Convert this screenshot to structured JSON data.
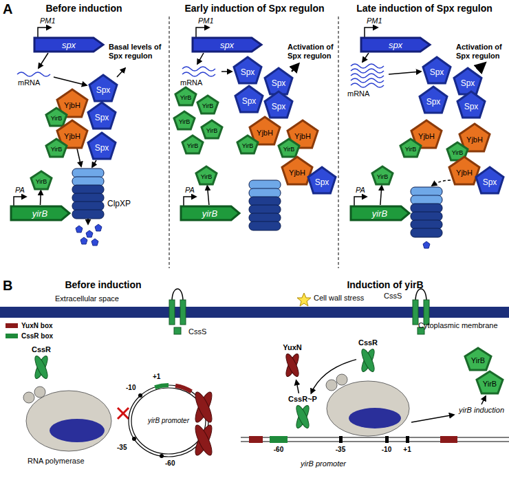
{
  "diagram": {
    "nodes": [
      {
        "text": [
          "spx"
        ]
      },
      {
        "text": [
          "Spx"
        ]
      },
      {
        "text": [
          "YjbH"
        ]
      },
      {
        "text": [
          "Spx"
        ]
      },
      {
        "text": [
          "YirB"
        ]
      },
      {
        "text": [
          "YjbH"
        ]
      },
      {
        "text": [
          "Spx"
        ]
      },
      {
        "text": [
          "YirB"
        ]
      },
      {
        "text": [
          "YirB"
        ]
      },
      {
        "text": [
          "yirB"
        ]
      },
      {
        "text": [
          "spx"
        ]
      },
      {
        "text": [
          "Spx"
        ]
      },
      {
        "text": [
          "Spx"
        ]
      },
      {
        "text": [
          "Spx"
        ]
      },
      {
        "text": [
          "Spx"
        ]
      },
      {
        "text": [
          "YirB"
        ]
      },
      {
        "text": [
          "YirB"
        ]
      },
      {
        "text": [
          "YirB"
        ]
      },
      {
        "text": [
          "YirB"
        ]
      },
      {
        "text": [
          "YirB"
        ]
      },
      {
        "text": [
          "YirB"
        ]
      },
      {
        "text": [
          "YjbH"
        ]
      },
      {
        "text": [
          "YirB"
        ]
      },
      {
        "text": [
          "YjbH"
        ]
      },
      {
        "text": [
          "YirB"
        ]
      },
      {
        "text": [
          "YjbH"
        ]
      },
      {
        "text": [
          "Spx"
        ]
      },
      {
        "text": [
          "yirB"
        ]
      },
      {
        "text": [
          "spx"
        ]
      },
      {
        "text": [
          "Spx"
        ]
      },
      {
        "text": [
          "Spx"
        ]
      },
      {
        "text": [
          "Spx"
        ]
      },
      {
        "text": [
          "Spx"
        ]
      },
      {
        "text": [
          "YirB"
        ]
      },
      {
        "text": [
          "YjbH"
        ]
      },
      {
        "text": [
          "YirB"
        ]
      },
      {
        "text": [
          "YjbH"
        ]
      },
      {
        "text": [
          "YirB"
        ]
      },
      {
        "text": [
          "YjbH"
        ]
      },
      {
        "text": [
          "Spx"
        ]
      },
      {
        "text": [
          "yirB"
        ]
      },
      {
        "text": [
          "CssR"
        ]
      },
      {
        "text": [
          "YuxN"
        ]
      },
      {
        "text": [
          "CssR"
        ]
      },
      {
        "text": [
          "CssR~P"
        ]
      },
      {
        "text": [
          "YirB"
        ]
      },
      {
        "text": [
          "YirB"
        ]
      }
    ],
    "edges": [
      {
        "from": 9,
        "to": 8,
        "arrow": "to"
      },
      {
        "from": 27,
        "to": 20,
        "arrow": "to"
      },
      {
        "from": 40,
        "to": 33,
        "arrow": "to"
      },
      {
        "from": 43,
        "to": 44,
        "arrow": "to"
      },
      {
        "from": 44,
        "to": 42,
        "arrow": "to"
      }
    ],
    "labels": [
      "A",
      "Before induction",
      "Early induction of Spx regulon",
      "Late induction of Spx regulon",
      "PM1",
      "PM1",
      "PM1",
      "mRNA",
      "mRNA",
      "mRNA",
      "Basal levels of Spx regulon",
      "Activation of Spx regulon",
      "Activation of Spx regulon",
      "PA",
      "PA",
      "PA",
      "ClpXP",
      "B",
      "Before induction",
      "Induction of yirB",
      "Extracellular space",
      "Cytoplasmic membrane",
      "Cell wall stress",
      "CssS",
      "CssS",
      "RNA polymerase",
      "yirB promoter",
      "-10",
      "+1",
      "-35",
      "-60",
      "-60",
      "-35",
      "-10",
      "+1",
      "yirB promoter",
      "yirB induction"
    ],
    "legend": [
      {
        "text": "YuxN box",
        "color": "#8b1a1a"
      },
      {
        "text": "CssR box",
        "color": "#1e8a3a"
      }
    ]
  }
}
